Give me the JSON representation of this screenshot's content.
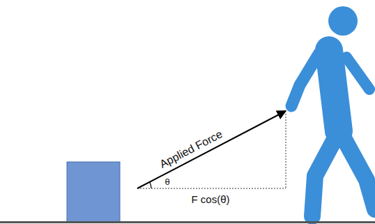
{
  "diagram": {
    "labels": [
      "Applied Force",
      "θ",
      "F cos(θ)"
    ]
  }
}
